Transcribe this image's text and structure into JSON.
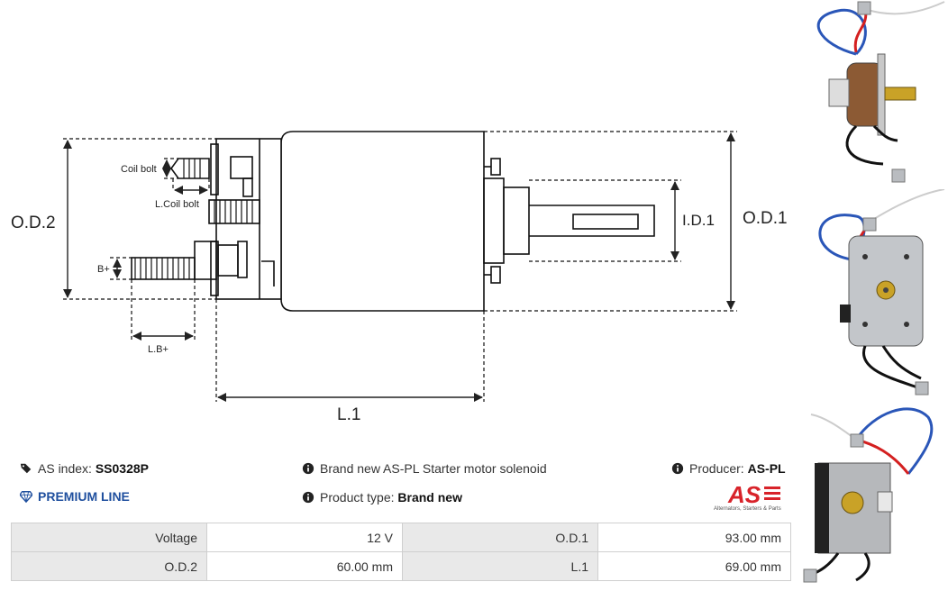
{
  "diagram": {
    "labels": {
      "coil_bolt": "Coil bolt",
      "l_coil_bolt": "L.Coil bolt",
      "b_plus": "B+",
      "l_b_plus": "L.B+",
      "od2": "O.D.2",
      "od1": "O.D.1",
      "id1": "I.D.1",
      "l1": "L.1"
    }
  },
  "info": {
    "as_index_label": "AS index:",
    "as_index_value": "SS0328P",
    "premium_line": "PREMIUM LINE",
    "description": "Brand new AS-PL Starter motor solenoid",
    "product_type_label": "Product type:",
    "product_type_value": "Brand new",
    "producer_label": "Producer:",
    "producer_value": "AS-PL"
  },
  "logo": {
    "mark": "AS",
    "tagline": "Alternators, Starters & Parts"
  },
  "specs": [
    {
      "label": "Voltage",
      "value": "12 V",
      "label2": "O.D.1",
      "value2": "93.00 mm"
    },
    {
      "label": "O.D.2",
      "value": "60.00 mm",
      "label2": "L.1",
      "value2": "69.00 mm"
    }
  ],
  "colors": {
    "accent_blue": "#1f4f9e",
    "logo_red": "#d8232a",
    "table_label_bg": "#e9e9e9"
  },
  "icons": [
    "tags-icon",
    "diamond-icon",
    "info-icon"
  ]
}
